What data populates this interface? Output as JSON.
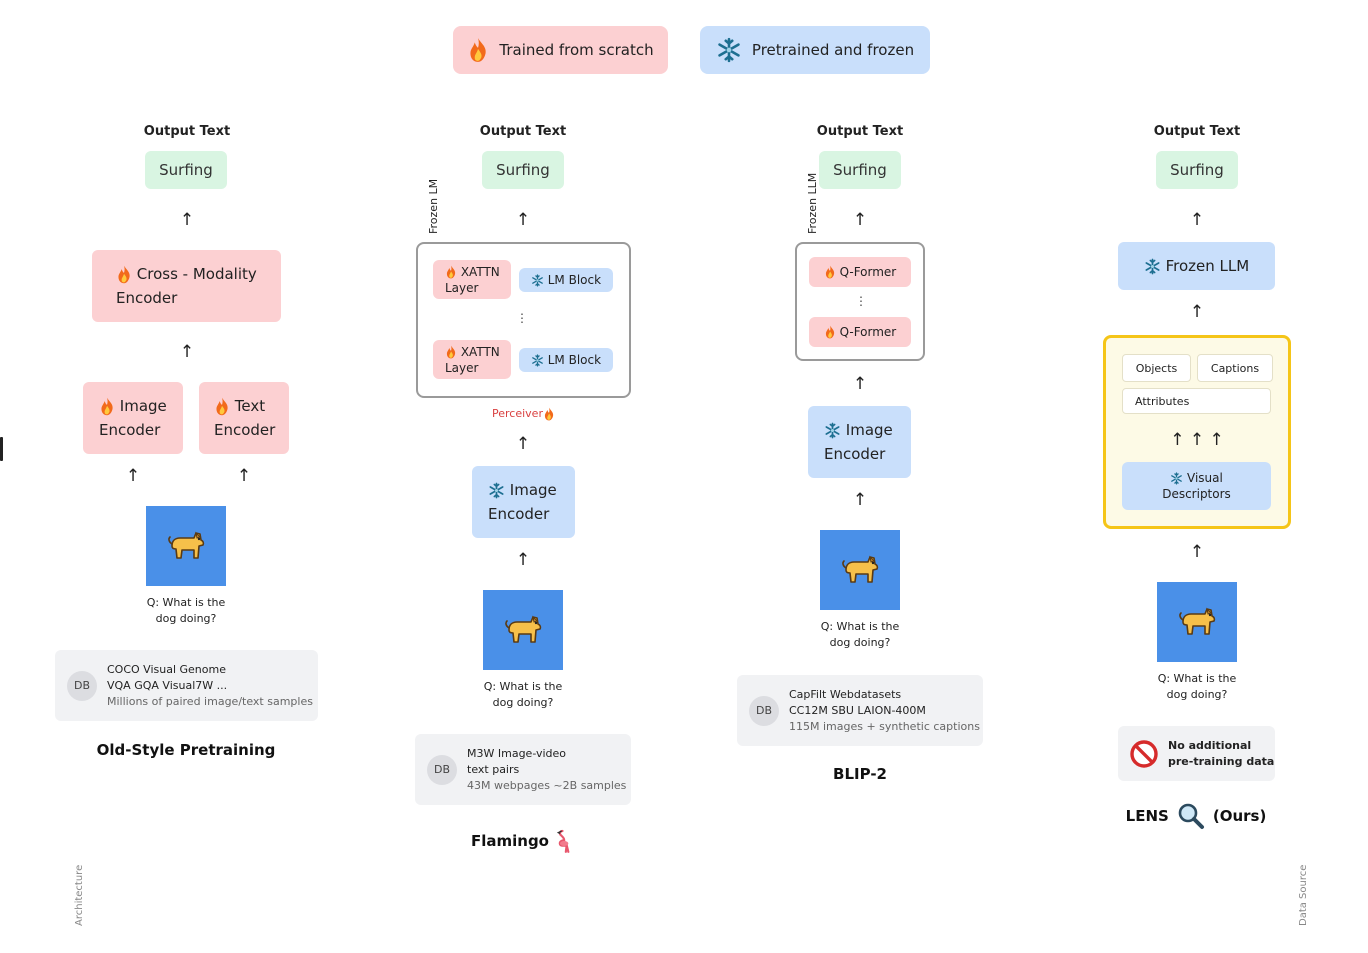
{
  "legend": {
    "trained": "Trained from scratch",
    "frozen": "Pretrained and frozen"
  },
  "common": {
    "output_text": "Output Text",
    "surfing": "Surfing",
    "question_line1": "Q: What is the",
    "question_line2": "dog doing?",
    "db": "DB"
  },
  "old": {
    "cross_line1": "Cross - Modality",
    "cross_line2": "Encoder",
    "image_line1": "Image",
    "image_line2": "Encoder",
    "text_line1": "Text",
    "text_line2": "Encoder",
    "data_line1": "COCO Visual Genome",
    "data_line2": "VQA GQA Visual7W ...",
    "data_line3": "Millions of paired image/text samples",
    "title": "Old-Style Pretraining"
  },
  "flamingo": {
    "frozen_lm": "Frozen LM",
    "xattn_line1": "XATTN",
    "xattn_line2": "Layer",
    "lm_block": "LM Block",
    "ellipsis": "⋮",
    "perceiver": "Perceiver",
    "image_line1": "Image",
    "image_line2": "Encoder",
    "data_line1": "M3W Image-video",
    "data_line2": "text pairs",
    "data_line3": "43M webpages ~2B samples",
    "title": "Flamingo"
  },
  "blip": {
    "frozen_llm": "Frozen LLM",
    "qformer": "Q-Former",
    "ellipsis": "⋮",
    "image_line1": "Image",
    "image_line2": "Encoder",
    "data_line1": "CapFilt Webdatasets",
    "data_line2": "CC12M SBU LAION-400M",
    "data_line3": "115M images + synthetic captions",
    "title": "BLIP-2"
  },
  "lens": {
    "frozen_llm": "Frozen LLM",
    "objects": "Objects",
    "captions": "Captions",
    "attributes": "Attributes",
    "arrows": "↑ ↑ ↑",
    "visual_line1": "Visual",
    "visual_line2": "Descriptors",
    "no_data_line1": "No additional",
    "no_data_line2": "pre-training data",
    "title_left": "LENS",
    "title_right": "(Ours)"
  },
  "side_labels": {
    "architecture": "Architecture",
    "data_source": "Data Source"
  },
  "colors": {
    "trained": "#fcd0d2",
    "frozen": "#c9dffb",
    "output": "#d9f5e2",
    "highlight": "#f5c518",
    "dog_bg": "#4a90e8"
  }
}
